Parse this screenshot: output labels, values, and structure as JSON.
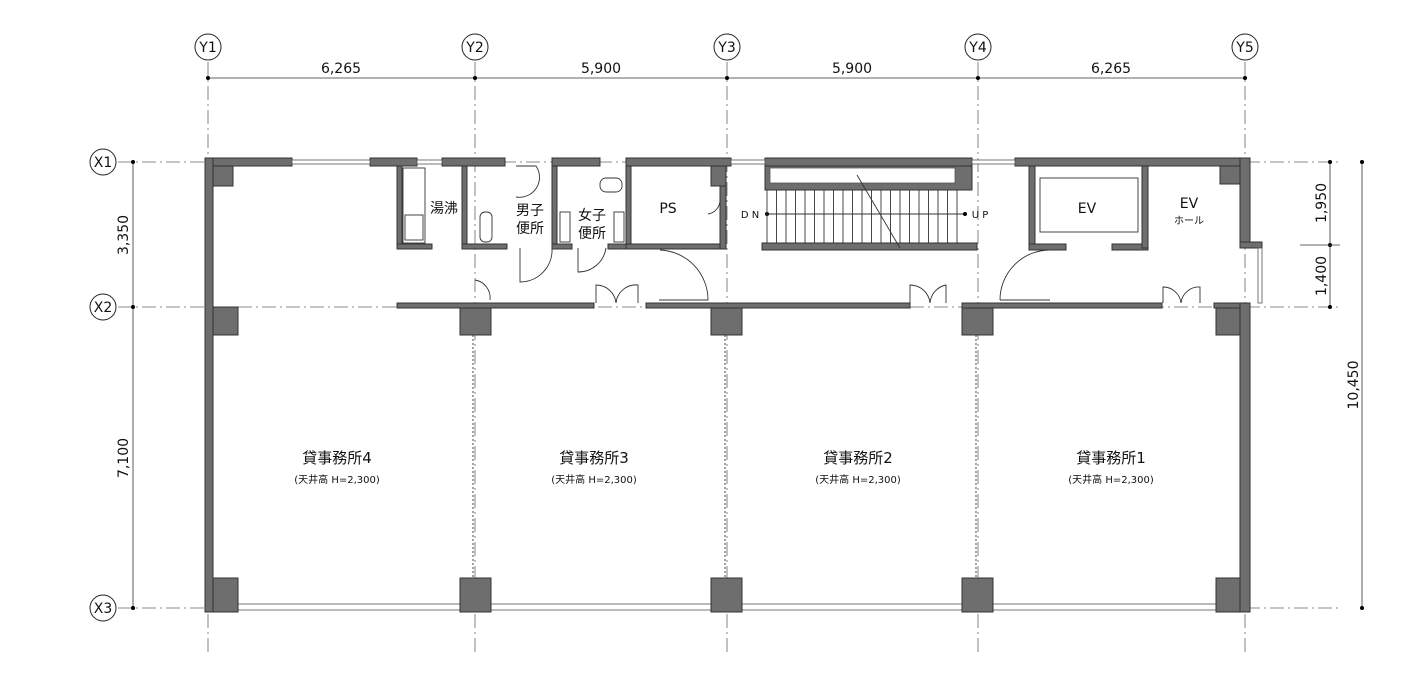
{
  "grid_columns": [
    "Y1",
    "Y2",
    "Y3",
    "Y4",
    "Y5"
  ],
  "grid_rows": [
    "X1",
    "X2",
    "X3"
  ],
  "top_dimensions": [
    "6,265",
    "5,900",
    "5,900",
    "6,265"
  ],
  "left_dimensions": [
    "3,350",
    "7,100"
  ],
  "right_dimensions": {
    "upper": "1,950",
    "lower": "1,400",
    "total": "10,450"
  },
  "rooms": {
    "kettle": "湯沸",
    "mens_toilet": [
      "男子",
      "便所"
    ],
    "womens_toilet": [
      "女子",
      "便所"
    ],
    "ps": "PS",
    "stair_dn": "D N",
    "stair_up": "U P",
    "ev": "EV",
    "ev_hall": [
      "EV",
      "ホール"
    ]
  },
  "offices": [
    {
      "name": "貸事務所4",
      "ceiling": "(天井高 H=2,300)"
    },
    {
      "name": "貸事務所3",
      "ceiling": "(天井高 H=2,300)"
    },
    {
      "name": "貸事務所2",
      "ceiling": "(天井高 H=2,300)"
    },
    {
      "name": "貸事務所1",
      "ceiling": "(天井高 H=2,300)"
    }
  ]
}
